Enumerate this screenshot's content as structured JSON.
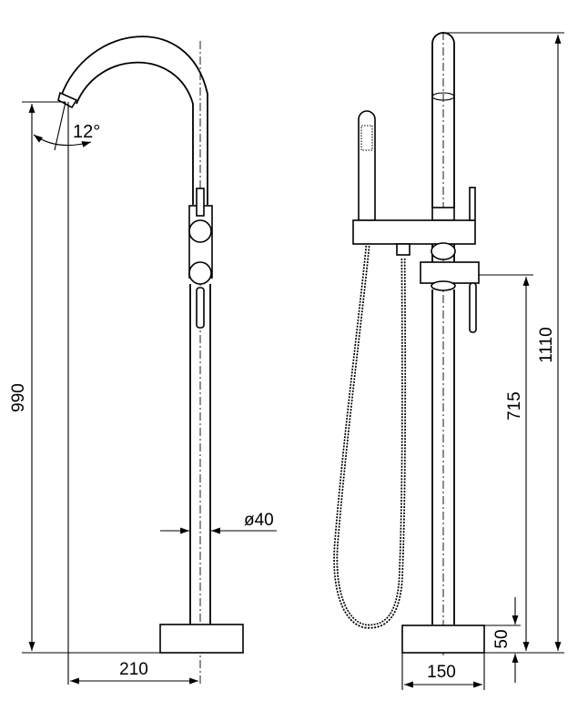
{
  "side_view": {
    "dimensions": {
      "height": "990",
      "reach": "210",
      "diameter": "ø40",
      "spout_angle": "12°"
    }
  },
  "front_view": {
    "dimensions": {
      "total_height": "1110",
      "lever_height": "715",
      "base_height": "50",
      "base_width": "150"
    }
  }
}
